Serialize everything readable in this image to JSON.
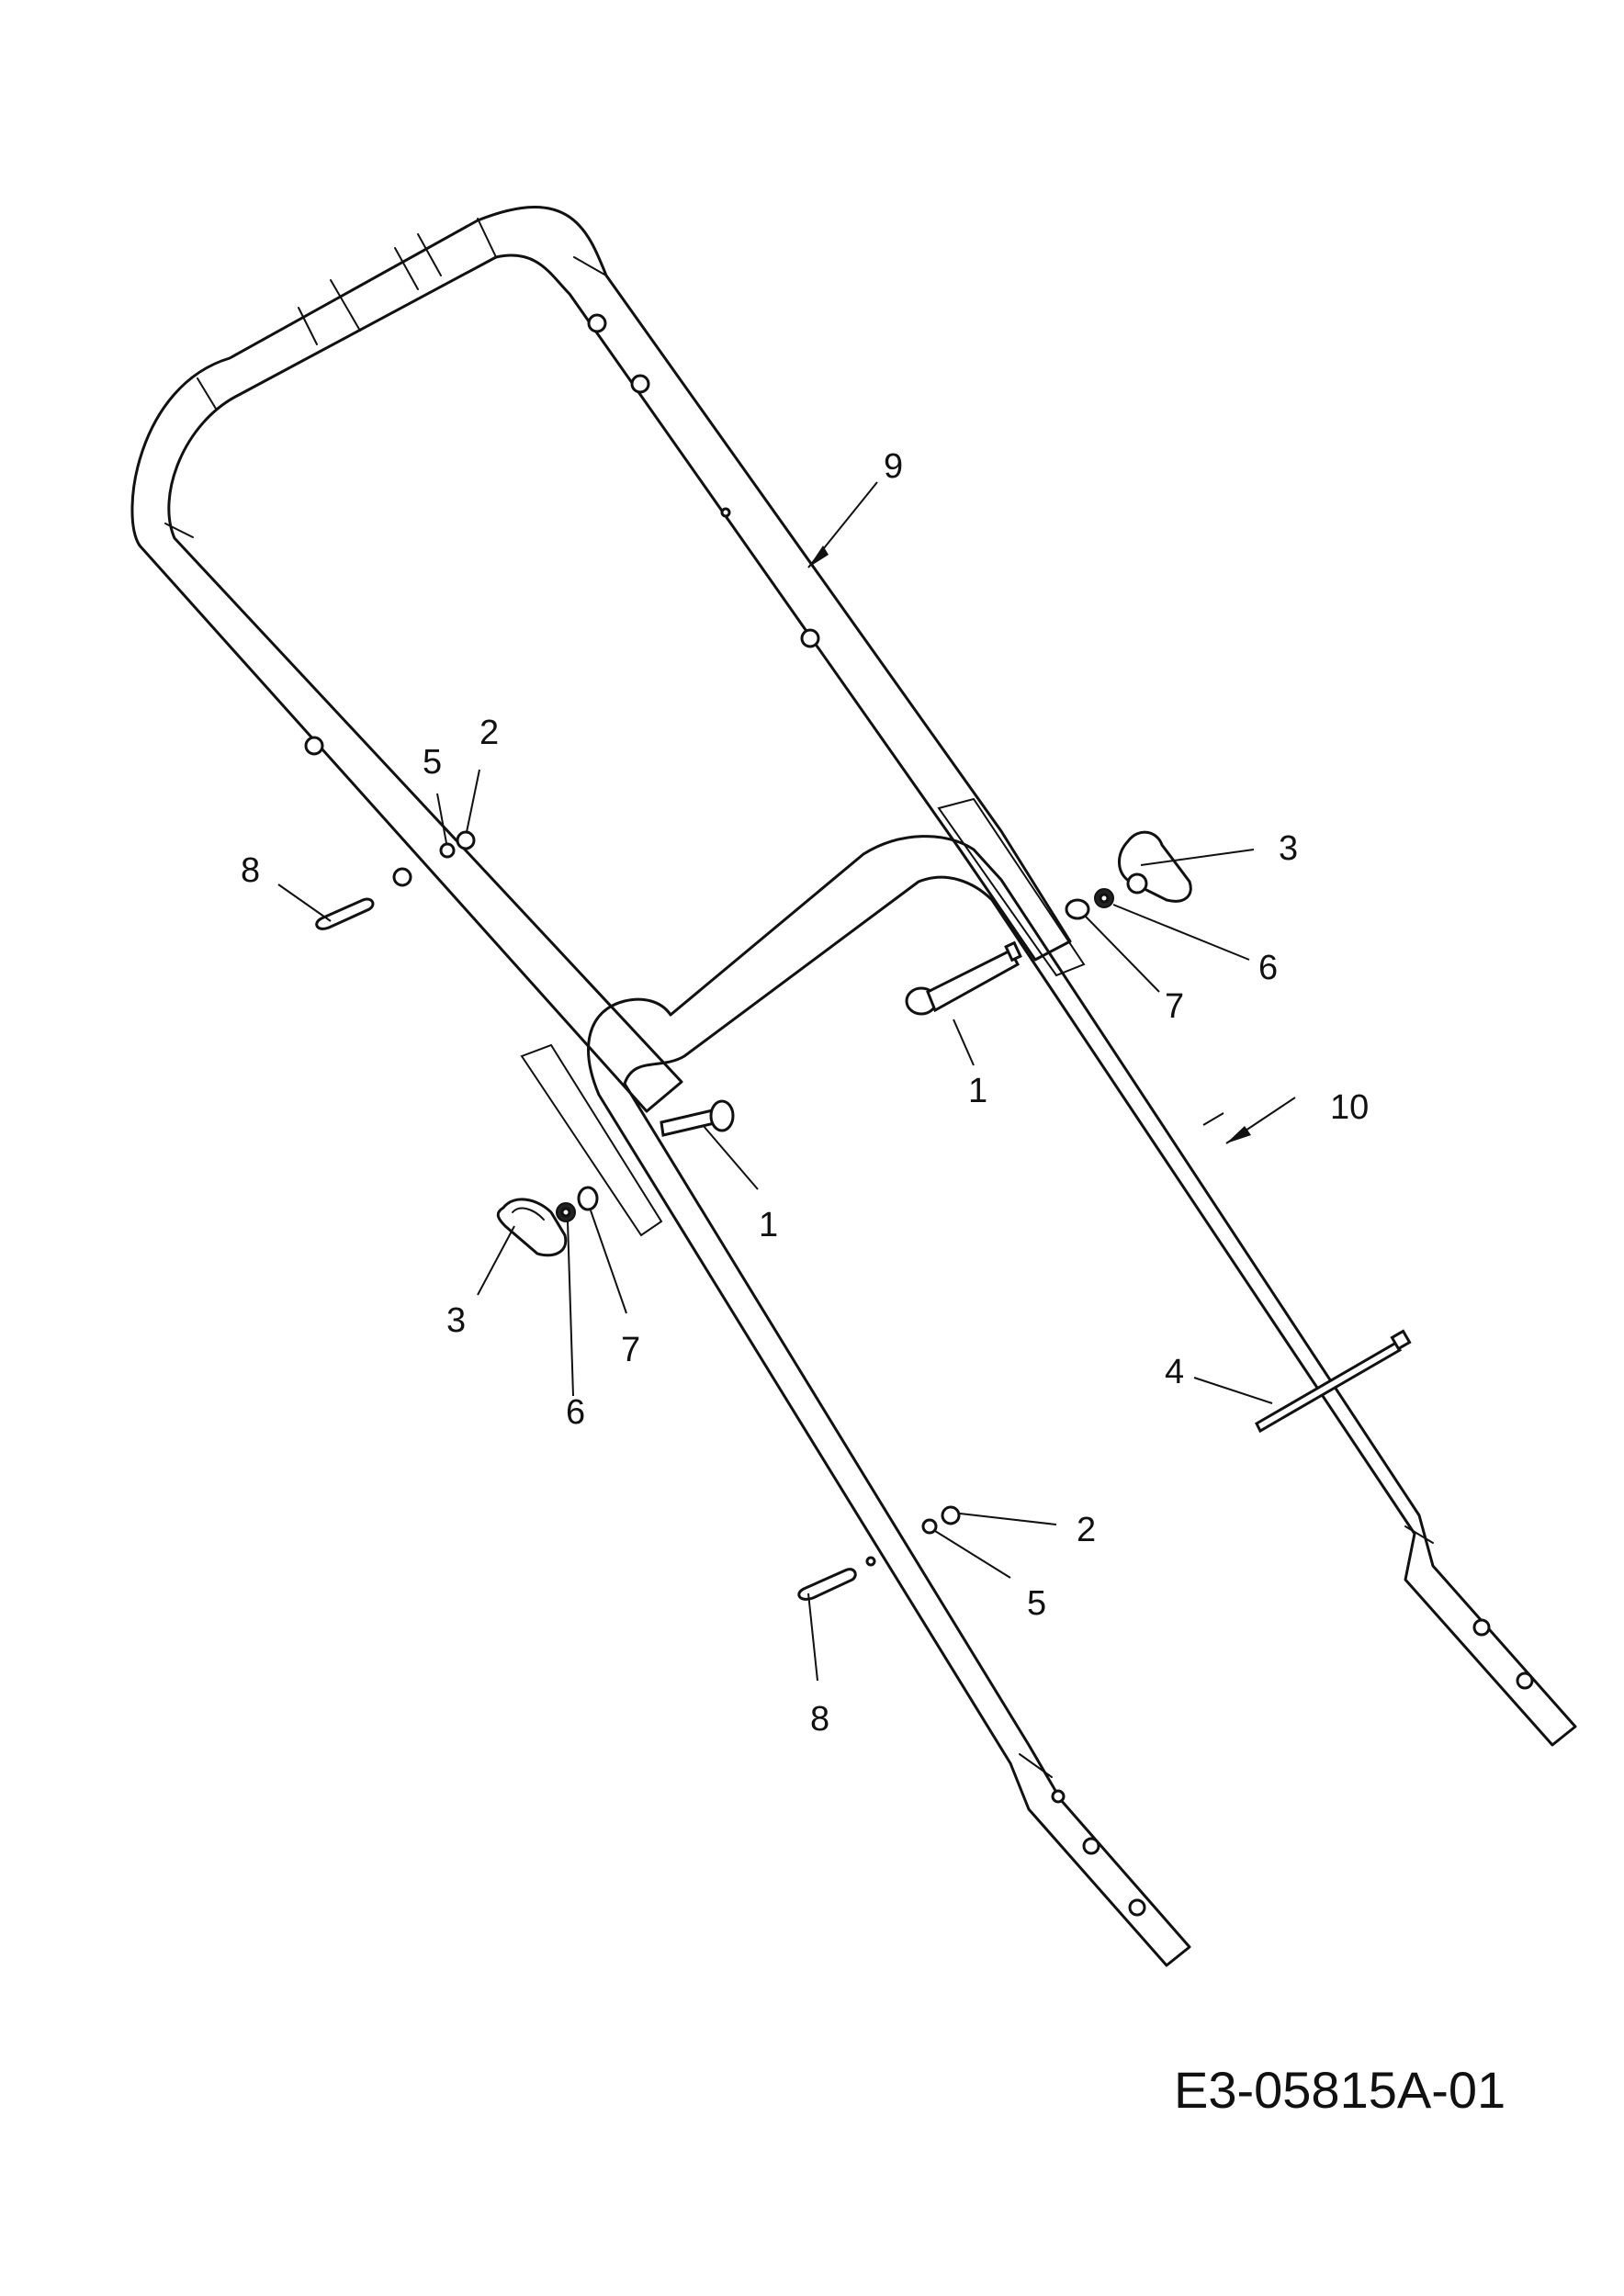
{
  "diagram": {
    "labels": {
      "part_1_upper": "1",
      "part_1_lower": "1",
      "part_2_upper": "2",
      "part_2_lower": "2",
      "part_3_right": "3",
      "part_3_left": "3",
      "part_4": "4",
      "part_5_upper": "5",
      "part_5_lower": "5",
      "part_6_right": "6",
      "part_6_left": "6",
      "part_7_right": "7",
      "part_7_left": "7",
      "part_8_upper": "8",
      "part_8_lower": "8",
      "part_9": "9",
      "part_10": "10"
    },
    "drawing_code": "E3-05815A-01"
  }
}
